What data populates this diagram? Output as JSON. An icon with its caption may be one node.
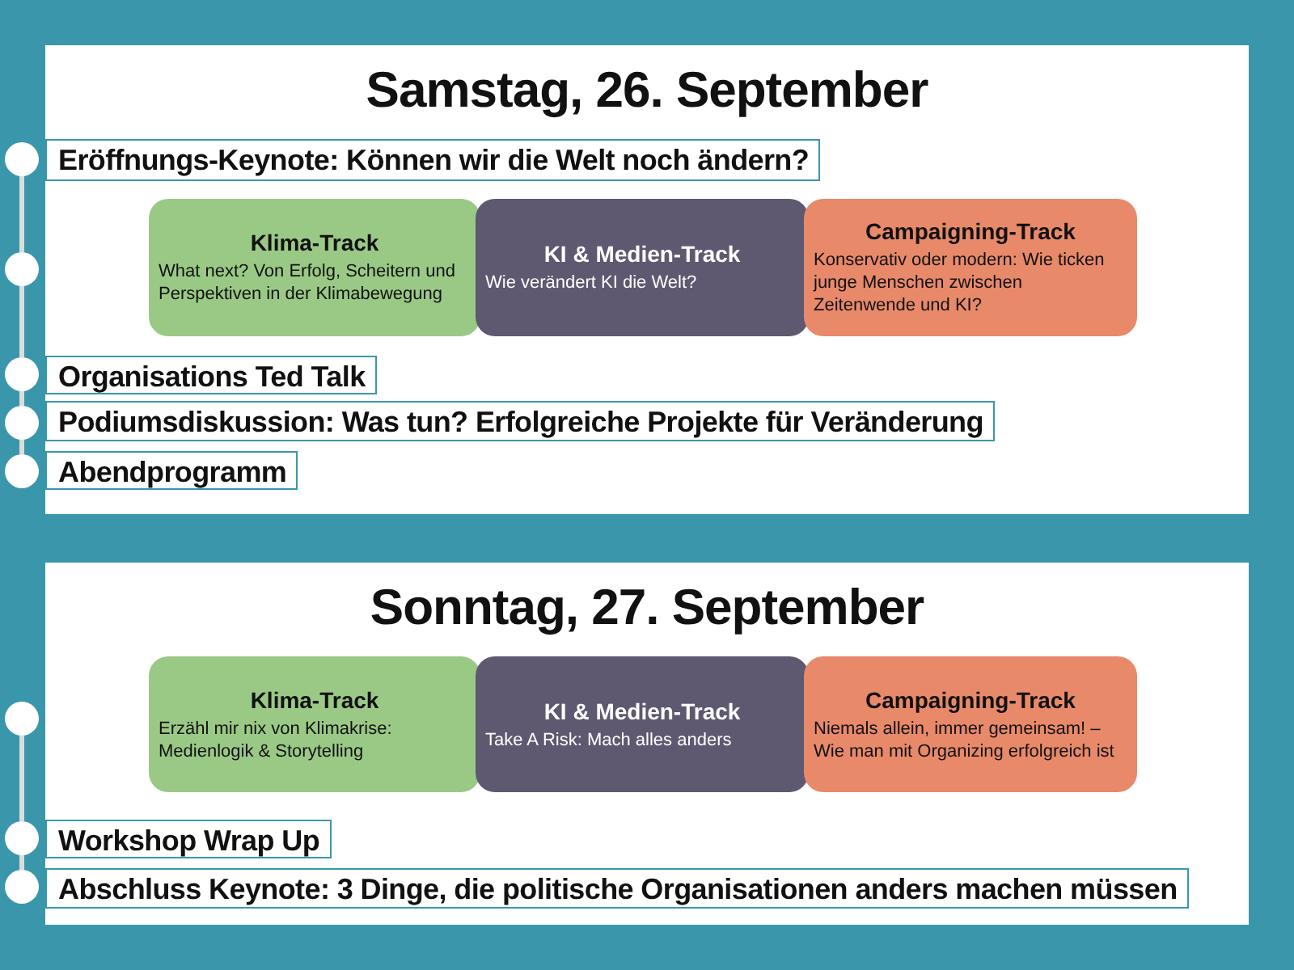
{
  "diagram": {
    "nodes": [
      {
        "text": [
          "Samstag, 26. September"
        ]
      },
      {
        "text": [],
        "shape": "circle"
      },
      {
        "text": [
          "Eröffnungs-Keynote: Können wir die Welt noch ändern?"
        ],
        "in": 0
      },
      {
        "text": [],
        "shape": "circle"
      },
      {
        "text": [
          "Klima-Track",
          "What next? Von Erfolg, Scheitern und Perspektiven in der Klimabewegung"
        ],
        "in": 0
      },
      {
        "text": [
          "KI & Medien-Track",
          "Wie verändert KI die Welt?"
        ],
        "in": 0
      },
      {
        "text": [
          "Campaigning-Track",
          "Konservativ oder modern: Wie ticken junge Menschen zwischen Zeitenwende und KI?"
        ],
        "in": 0
      },
      {
        "text": [],
        "shape": "circle"
      },
      {
        "text": [
          "Organisations Ted Talk"
        ],
        "in": 0
      },
      {
        "text": [],
        "shape": "circle"
      },
      {
        "text": [
          "Podiumsdiskussion: Was tun? Erfolgreiche Projekte für Veränderung"
        ],
        "in": 0
      },
      {
        "text": [],
        "shape": "circle"
      },
      {
        "text": [
          "Abendprogramm"
        ],
        "in": 0
      },
      {
        "text": [
          "Sonntag, 27. September"
        ]
      },
      {
        "text": [],
        "shape": "circle"
      },
      {
        "text": [
          "Klima-Track",
          "Erzähl mir nix von Klimakrise: Medienlogik & Storytelling"
        ],
        "in": 13
      },
      {
        "text": [
          "KI & Medien-Track",
          "Take A Risk: Mach alles anders"
        ],
        "in": 13
      },
      {
        "text": [
          "Campaigning-Track",
          "Niemals allein, immer gemeinsam! – Wie man mit Organizing erfolgreich ist"
        ],
        "in": 13
      },
      {
        "text": [],
        "shape": "circle"
      },
      {
        "text": [
          "Workshop Wrap Up"
        ],
        "in": 13
      },
      {
        "text": [],
        "shape": "circle"
      },
      {
        "text": [
          "Abschluss Keynote: 3 Dinge, die politische Organisationen anders machen müssen"
        ],
        "in": 13
      }
    ],
    "edges": [
      {
        "from": 1,
        "to": 3,
        "arrow": "none"
      },
      {
        "from": 3,
        "to": 7,
        "arrow": "none"
      },
      {
        "from": 7,
        "to": 9,
        "arrow": "none"
      },
      {
        "from": 9,
        "to": 11,
        "arrow": "none"
      },
      {
        "from": 14,
        "to": 18,
        "arrow": "none"
      },
      {
        "from": 18,
        "to": 20,
        "arrow": "none"
      }
    ]
  }
}
